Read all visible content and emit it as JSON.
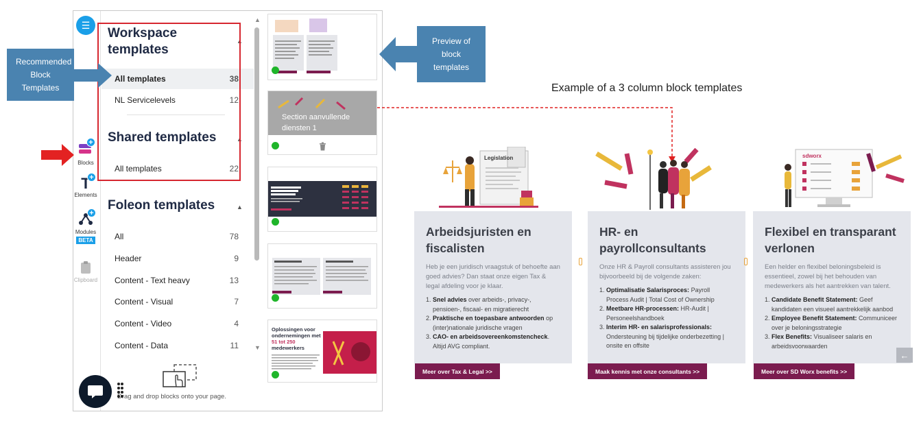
{
  "sidebar": {
    "rail": [
      {
        "label": "Blocks",
        "icon": "blocks-icon"
      },
      {
        "label": "Elements",
        "icon": "elements-icon"
      },
      {
        "label": "Modules",
        "icon": "modules-icon",
        "badge": "BETA"
      },
      {
        "label": "Clipboard",
        "icon": "clipboard-icon"
      }
    ]
  },
  "panel": {
    "workspace": {
      "title": "Workspace templates",
      "items": [
        {
          "label": "All templates",
          "count": "38"
        },
        {
          "label": "NL Servicelevels",
          "count": "12"
        }
      ]
    },
    "shared": {
      "title": "Shared templates",
      "items": [
        {
          "label": "All templates",
          "count": "22"
        }
      ]
    },
    "foleon": {
      "title": "Foleon templates",
      "items": [
        {
          "label": "All",
          "count": "78"
        },
        {
          "label": "Header",
          "count": "9"
        },
        {
          "label": "Content - Text heavy",
          "count": "13"
        },
        {
          "label": "Content - Visual",
          "count": "7"
        },
        {
          "label": "Content - Video",
          "count": "4"
        },
        {
          "label": "Content - Data",
          "count": "11"
        }
      ]
    },
    "drag_hint": "Drag and drop blocks onto your page."
  },
  "thumbs": {
    "t2_label": "Section aanvullende diensten 1",
    "t5_title": "Oplossingen voor ondernemingen met",
    "t5_highlight": "51 tot 250",
    "t5_tail": "medewerkers"
  },
  "annotations": {
    "recommended": "Recommended Block Templates",
    "preview": "Preview of block templates",
    "example": "Example of a 3 column block templates"
  },
  "columns": [
    {
      "title": "Arbeidsjuristen en fiscalisten",
      "intro": "Heb je een juridisch vraagstuk of behoefte aan goed advies? Dan staat onze eigen Tax & legal afdeling voor je klaar.",
      "items": [
        {
          "b": "Snel advies",
          "t": " over arbeids-, privacy-, pensioen-, fiscaal- en migratierecht"
        },
        {
          "b": "Praktische en toepasbare antwoorden",
          "t": " op (inter)nationale juridische vragen"
        },
        {
          "b": "CAO- en arbeidsovereenkomstencheck",
          "t": ". Altijd AVG compliant."
        }
      ],
      "cta": "Meer over Tax & Legal >>",
      "illustration": "Legislation"
    },
    {
      "title": "HR- en payrollconsultants",
      "intro": "Onze HR & Payroll consultants assisteren jou bijvoorbeeld bij de volgende zaken:",
      "items": [
        {
          "b": "Optimalisatie Salarisproces:",
          "t": " Payroll Process Audit | Total Cost of Ownership"
        },
        {
          "b": "Meetbare HR-processen:",
          "t": " HR-Audit | Personeelshandboek"
        },
        {
          "b": "Interim HR- en salarisprofessionals:",
          "t": " Ondersteuning bij tijdelijke onderbezetting | onsite en offsite"
        }
      ],
      "cta": "Maak kennis met onze consultants >>"
    },
    {
      "title": "Flexibel en transparant verlonen",
      "intro": "Een helder en flexibel beloningsbeleid is essentieel, zowel bij het behouden van medewerkers als het aantrekken van talent.",
      "items": [
        {
          "b": "Candidate Benefit Statement:",
          "t": " Geef kandidaten een visueel aantrekkelijk aanbod"
        },
        {
          "b": "Employee Benefit Statement:",
          "t": " Communiceer over je beloningsstrategie"
        },
        {
          "b": "Flex Benefits:",
          "t": " Visualiseer salaris en arbeidsvoorwaarden"
        }
      ],
      "cta": "Meer over SD Worx benefits >>",
      "brand": "sdworx"
    }
  ]
}
